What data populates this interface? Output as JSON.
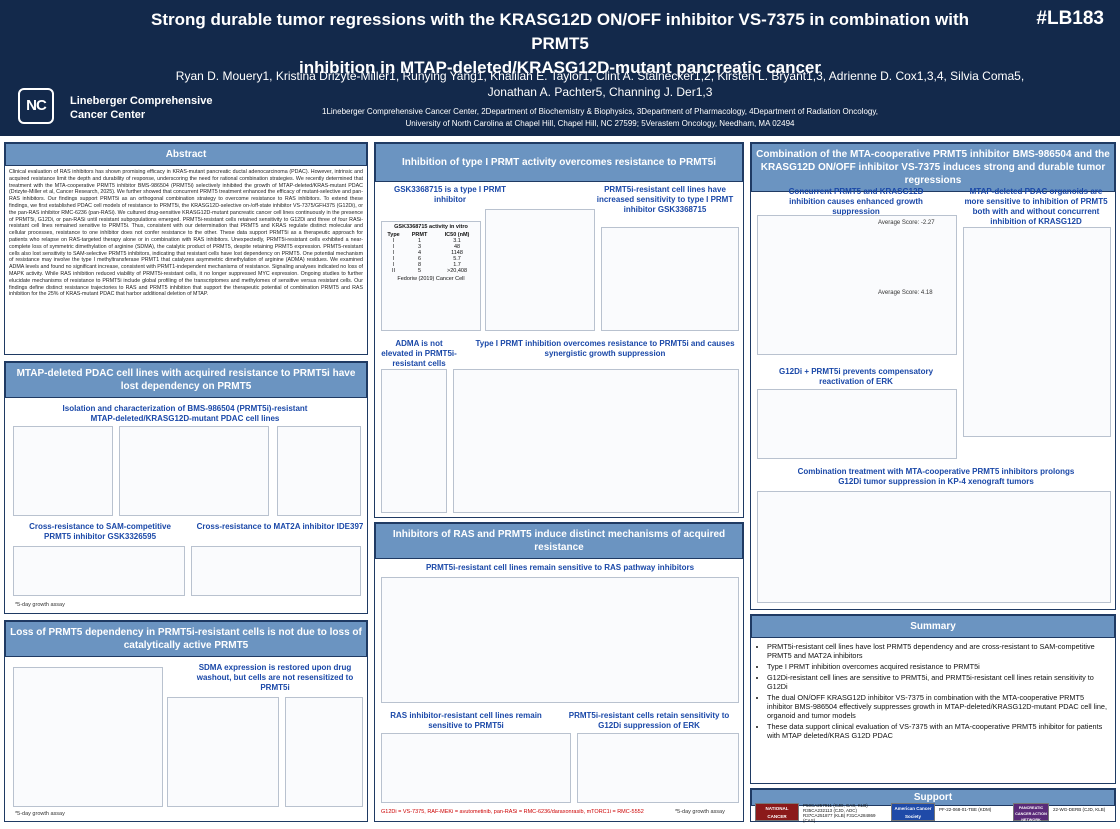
{
  "header": {
    "title_line1": "Strong durable tumor regressions with the KRASG12D ON/OFF inhibitor VS-7375 in combination with PRMT5",
    "title_line2": "inhibition in MTAP-deleted/KRASG12D-mutant pancreatic cancer",
    "poster_id": "#LB183",
    "authors_line1": "Ryan D. Mouery1, Kristina Drizyte-Miller1, Runying Yang1, Khalilah E. Taylor1, Clint A. Stalnecker1,2, Kirsten L. Bryant1,3, Adrienne D. Cox1,3,4, Silvia Coma5,",
    "authors_line2": "Jonathan A. Pachter5, Channing J. Der1,3",
    "affil_line1": "1Lineberger Comprehensive Cancer Center, 2Department of Biochemistry & Biophysics, 3Department of Pharmacology, 4Department of Radiation Oncology,",
    "affil_line2": "University of North Carolina at Chapel Hill, Chapel Hill, NC 27599; 5Verastem Oncology, Needham, MA 02494",
    "logo_text": "NC",
    "logo_name_line1": "Lineberger Comprehensive",
    "logo_name_line2": "Cancer Center"
  },
  "col1": {
    "abstract_title": "Abstract",
    "abstract_text": "Clinical evaluation of RAS inhibitors has shown promising efficacy in KRAS-mutant pancreatic ductal adenocarcinoma (PDAC). However, intrinsic and acquired resistance limit the depth and durability of response, underscoring the need for rational combination strategies. We recently determined that treatment with the MTA-cooperative PRMT5 inhibitor BMS-986504 (PRMT5i) selectively inhibited the growth of MTAP-deleted/KRAS-mutant PDAC (Drizyte-Miller et al, Cancer Research, 2025). We further showed that concurrent PRMT5 treatment enhanced the efficacy of mutant-selective and pan-RAS inhibitors. Our findings support PRMT5i as an orthogonal combination strategy to overcome resistance to RAS inhibitors. To extend these findings, we first established PDAC cell models of resistance to PRMT5i, the KRASG12D-selective on-/off-state inhibitor VS-7375/GFH375 (G12Di), or the pan-RAS inhibitor RMC-6236 (pan-RASi). We cultured drug-sensitive KRASG12D-mutant pancreatic cancer cell lines continuously in the presence of PRMT5i, G12Di, or pan-RASi until resistant subpopulations emerged. PRMT5i-resistant cells retained sensitivity to G12Di and three of four RASi-resistant cell lines remained sensitive to PRMT5i. Thus, consistent with our determination that PRMT5 and KRAS regulate distinct molecular and cellular processes, resistance to one inhibitor does not confer resistance to the other. These data support PRMT5i as a therapeutic approach for patients who relapse on RAS-targeted therapy alone or in combination with RAS inhibitors. Unexpectedly, PRMT5i-resistant cells exhibited a near-complete loss of symmetric dimethylation of arginine (SDMA), the catalytic product of PRMT5, despite retaining PRMT5 expression. PRMT5-resistant cells also lost sensitivity to SAM-selective PRMT5 inhibitors, indicating that resistant cells have lost dependency on PRMT5. One potential mechanism of resistance may involve the type I methyltransferase PRMT1 that catalyzes asymmetric dimethylation of arginine (ADMA) residues. We examined ADMA levels and found no significant increase, consistent with PRMT1-independent mechanisms of resistance. Signaling analyses indicated no loss of MAPK activity. While RAS inhibition reduced viability of PRMT5i-resistant cells, it no longer suppressed MYC expression. Ongoing studies to further elucidate mechanisms of resistance to PRMT5i include global profiling of the transcriptomes and methylomes of sensitive versus resistant cells. Our findings define distinct resistance trajectories to RAS and PRMT5 inhibition that support the therapeutic potential of combination PRMT5 and RAS inhibition for the 25% of KRAS-mutant PDAC that harbor additional deletion of MTAP.",
    "s2_title": "MTAP-deleted PDAC cell lines with acquired resistance to PRMT5i have lost dependency on PRMT5",
    "s2_sub1": "Isolation and characterization of BMS-986504 (PRMT5i)-resistant MTAP-deleted/KRASG12D-mutant PDAC cell lines",
    "s2_sub2": "Cross-resistance to SAM-competitive PRMT5 inhibitor GSK3326595",
    "s2_sub3": "Cross-resistance to MAT2A inhibitor IDE397",
    "s2_note": "*5-day growth assay",
    "s3_title": "Loss of PRMT5 dependency in PRMT5i-resistant cells is not due to loss of catalytically active PRMT5",
    "s3_sub1": "SDMA expression is restored upon drug washout, but cells are not resensitized to PRMT5i",
    "s3_note": "*5-day growth assay"
  },
  "col2": {
    "s1_title": "Inhibition of type I PRMT activity overcomes resistance to PRMT5i",
    "s1_sub1": "GSK3368715 is a type I PRMT inhibitor",
    "s1_sub2": "PRMT5i-resistant cell lines have increased sensitivity to type I PRMT inhibitor GSK3368715",
    "s1_sub3": "ADMA is not elevated in PRMT5i-resistant cells",
    "s1_sub4": "Type I PRMT inhibition overcomes resistance to PRMT5i and causes synergistic growth suppression",
    "table_title": "GSK3368715 activity in vitro",
    "table_headers": [
      "Type",
      "PRMT",
      "IC50 (nM)"
    ],
    "table_rows": [
      [
        "I",
        "1",
        "3.1"
      ],
      [
        "I",
        "3",
        "48"
      ],
      [
        "I",
        "4",
        "1148"
      ],
      [
        "I",
        "6",
        "5.7"
      ],
      [
        "I",
        "8",
        "1.7"
      ],
      [
        "II",
        "5",
        ">20,408"
      ]
    ],
    "table_cite": "Fedoriw (2019) Cancer Cell",
    "s2_title": "Inhibitors of RAS and PRMT5 induce distinct mechanisms of acquired resistance",
    "s2_sub1": "PRMT5i-resistant cell lines remain sensitive to RAS pathway inhibitors",
    "s2_sub2": "RAS inhibitor-resistant cell lines remain sensitive to PRMT5i",
    "s2_sub3": "PRMT5i-resistant cells retain sensitivity to G12Di suppression of ERK",
    "s2_footnote": "G12Di = VS-7375, RAF-MEKi = avutometinib, pan-RASi = RMC-6236/daraxonrasib, mTORC1i = RMC-5552",
    "s2_note": "*5-day growth assay"
  },
  "col3": {
    "s1_title": "Combination of the MTA-cooperative PRMT5 inhibitor BMS-986504 and the KRASG12D ON/OFF inhibitor VS-7375 induces strong and durable tumor regressions",
    "s1_sub1": "Concurrent PRMT5 and KRASG12D inhibition causes enhanced growth suppression",
    "s1_sub2": "MTAP-deleted PDAC organoids are more sensitive to inhibition of PRMT5 both with and without concurrent inhibition of KRASG12D",
    "s1_sub3": "G12Di + PRMT5i prevents compensatory reactivation of ERK",
    "s1_sub4": "Combination treatment with MTA-cooperative PRMT5 inhibitors prolongs G12Di tumor suppression in KP-4 xenograft tumors",
    "score1": "Average Score: -2.27",
    "score2": "Average Score: 4.18",
    "summary_title": "Summary",
    "summary_items": [
      "PRMT5i-resistant cell lines have lost PRMT5 dependency and are cross-resistant to SAM-competitive PRMT5 and MAT2A inhibitors",
      "Type I PRMT inhibition overcomes acquired resistance to PRMT5i",
      "G12Di-resistant cell lines are sensitive to PRMT5i, and PRMT5i-resistant cell lines retain sensitivity to G12Di",
      "The dual ON/OFF KRASG12D inhibitor VS-7375 in combination with the MTA-cooperative PRMT5 inhibitor BMS-986504 effectively suppresses growth in MTAP-deleted/KRASG12D-mutant PDAC cell line, organoid and tumor models",
      "These data support clinical evaluation of VS-7375 with an MTA-cooperative PRMT5 inhibitor for patients with MTAP deleted/KRAS G12D PDAC"
    ],
    "support_title": "Support",
    "support_grants1": "P50CA257911 (CJD, CAS, KLB) R35CA232113 (CJD, ADC) R37CA251877 (KLB) F31CA284869 (CAS)",
    "support_grants2": "PF-22-068-01-TBE (KDM)",
    "support_grants3": "22-WG-DERB (CJD, KLB)",
    "sponsor1": "NATIONAL CANCER INSTITUTE",
    "sponsor2": "American Cancer Society",
    "sponsor3": "PANCREATIC CANCER ACTION NETWORK"
  }
}
